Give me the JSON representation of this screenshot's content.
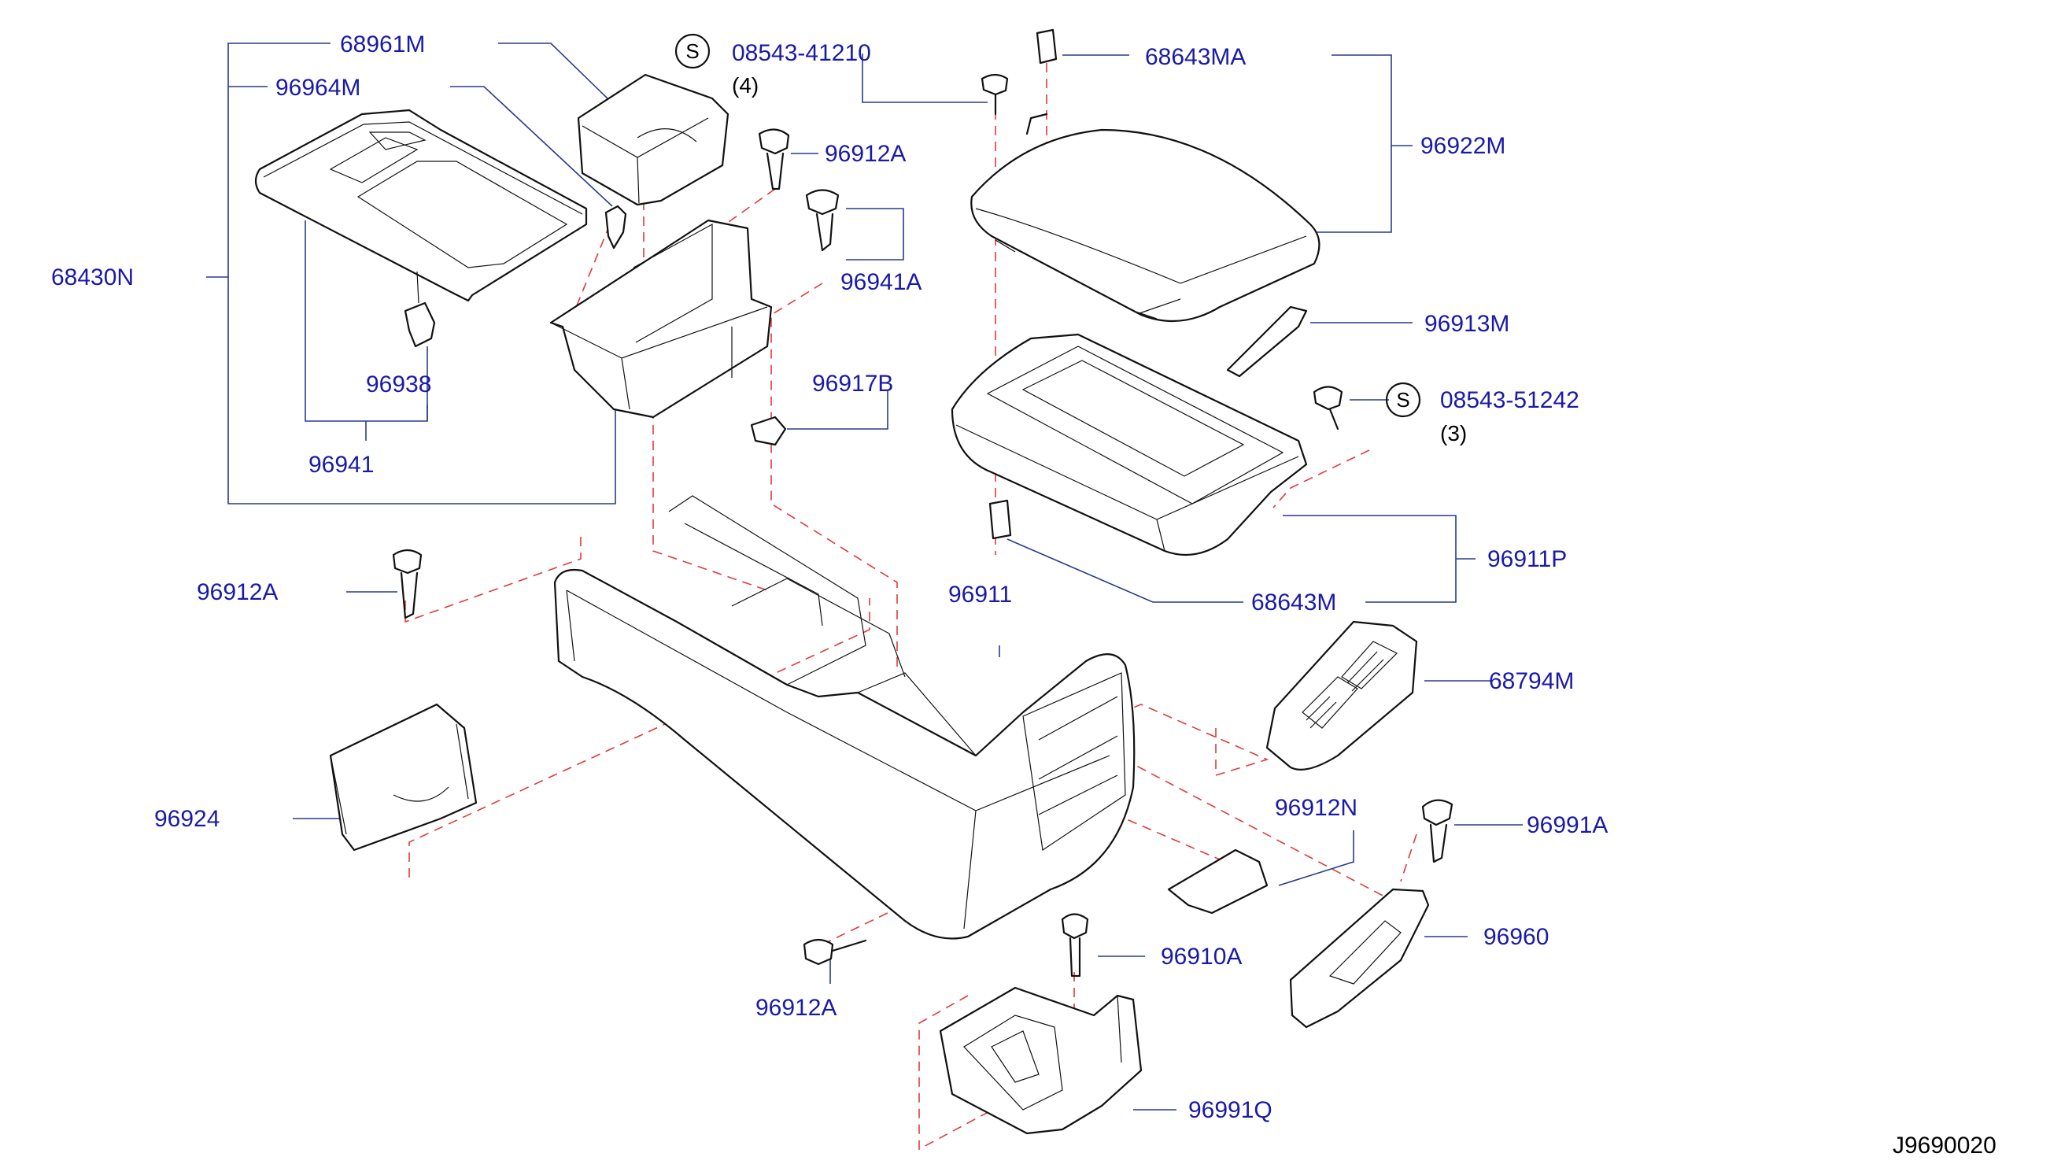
{
  "parts": {
    "p68961M": "68961M",
    "p96964M": "96964M",
    "p68430N": "68430N",
    "p96938": "96938",
    "p96941": "96941",
    "p08543_41210": "08543-41210",
    "p08543_41210_qty": "(4)",
    "p96912A_top": "96912A",
    "p96941A": "96941A",
    "p96917B": "96917B",
    "p68643MA": "68643MA",
    "p96922M": "96922M",
    "p96913M": "96913M",
    "p08543_51242": "08543-51242",
    "p08543_51242_qty": "(3)",
    "p96911P": "96911P",
    "p68643M": "68643M",
    "p96912A_left": "96912A",
    "p96911": "96911",
    "p68794M": "68794M",
    "p96924": "96924",
    "p96912N": "96912N",
    "p96991A": "96991A",
    "p96960": "96960",
    "p96910A": "96910A",
    "p96912A_bottom": "96912A",
    "p96991Q": "96991Q"
  },
  "symbols": {
    "s_letter": "S"
  },
  "reference_code": "J9690020"
}
